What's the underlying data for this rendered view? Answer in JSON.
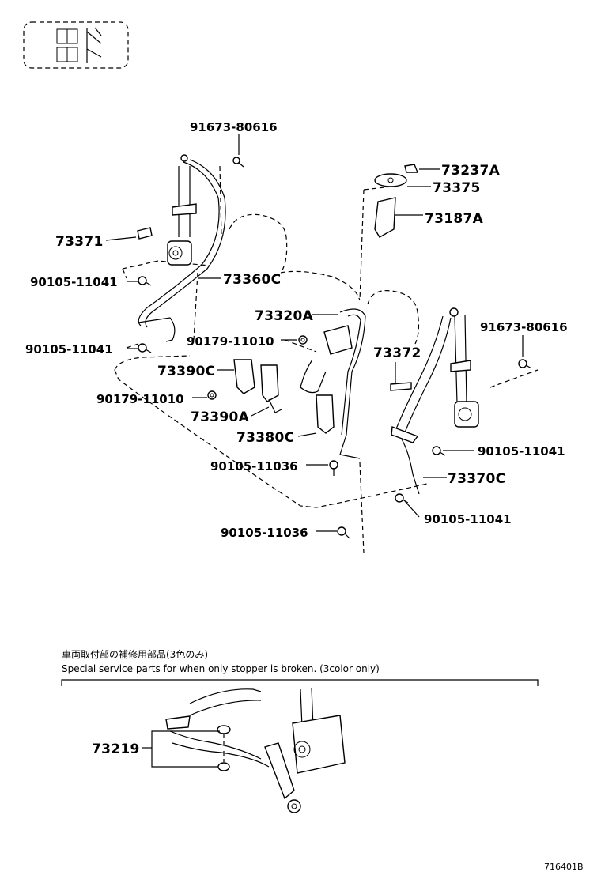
{
  "labels": {
    "p91673_top": "91673-80616",
    "p73371": "73371",
    "p90105_a": "90105-11041",
    "p73360C": "73360C",
    "p90105_b": "90105-11041",
    "p90179_a": "90179-11010",
    "p73390C": "73390C",
    "p90179_b": "90179-11010",
    "p73390A": "73390A",
    "p73380C": "73380C",
    "p90105_11036_a": "90105-11036",
    "p90105_11036_b": "90105-11036",
    "p73320A": "73320A",
    "p73372": "73372",
    "p73237A": "73237A",
    "p73375": "73375",
    "p73187A": "73187A",
    "p91673_right": "91673-80616",
    "p90105_c": "90105-11041",
    "p73370C": "73370C",
    "p90105_d": "90105-11041",
    "p73219": "73219"
  },
  "note": {
    "jp": "車両取付部の補修用部品(3色のみ)",
    "en": "Special service parts for when only stopper is broken. (3color only)"
  },
  "diagram_code": "716401B"
}
